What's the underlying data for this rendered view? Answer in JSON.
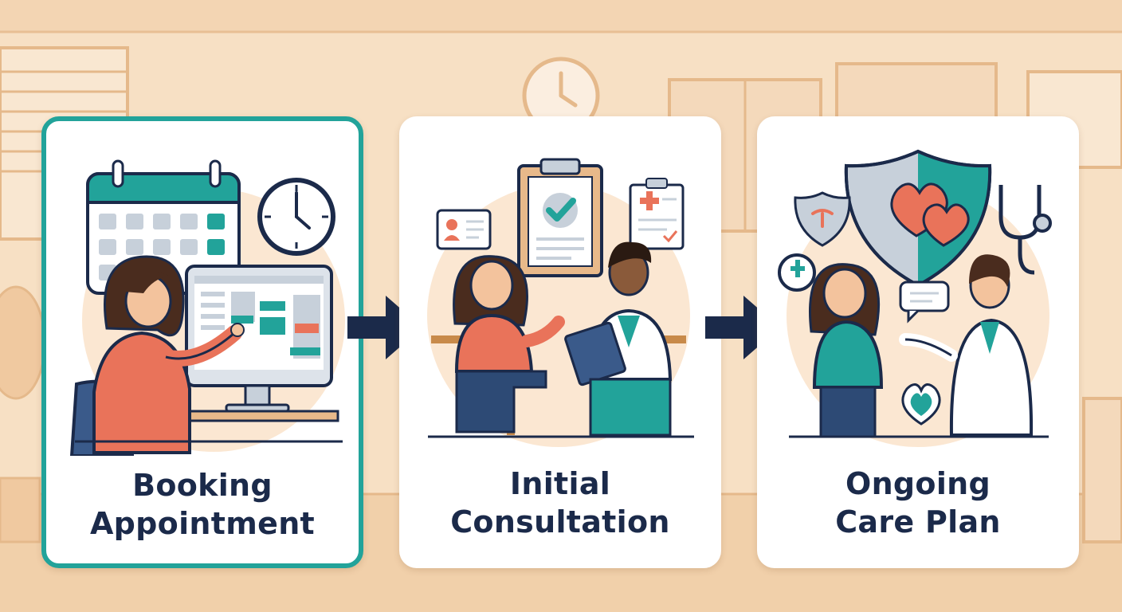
{
  "steps": [
    {
      "id": "booking",
      "line1": "Booking",
      "line2": "Appointment",
      "active": true
    },
    {
      "id": "consultation",
      "line1": "Initial",
      "line2": "Consultation",
      "active": false
    },
    {
      "id": "care",
      "line1": "Ongoing",
      "line2": "Care Plan",
      "active": false
    }
  ],
  "colors": {
    "accent": "#22a39a",
    "navy": "#1b2a4a",
    "coral": "#e9735a",
    "background": "#f7e0c4"
  }
}
